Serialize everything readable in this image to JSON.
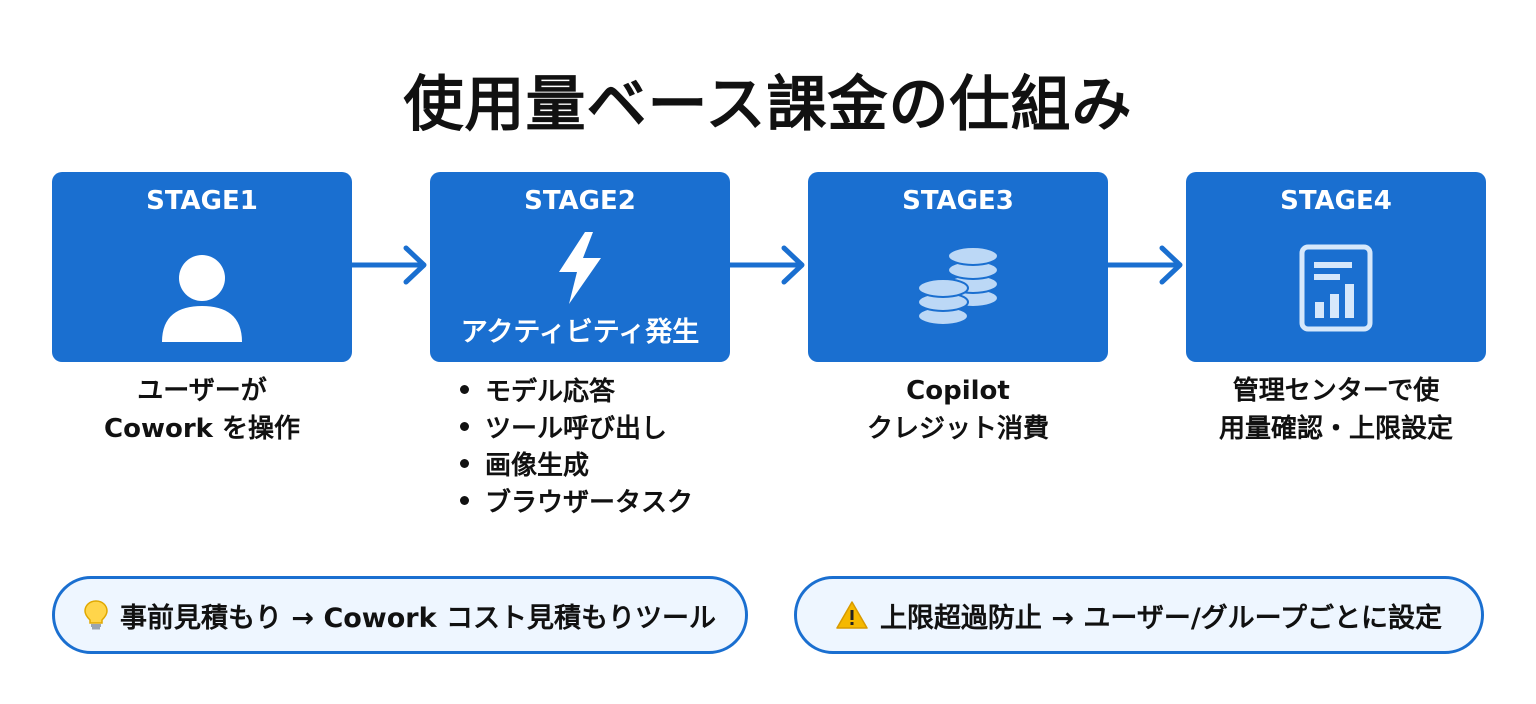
{
  "title": "使用量ベース課金の仕組み",
  "colors": {
    "accent": "#1a6fd0",
    "note_bg": "#eef6ff",
    "warning": "#f5b800"
  },
  "stages": [
    {
      "label": "STAGE1",
      "icon": "user-icon",
      "caption": [
        "ユーザーが",
        "Cowork を操作"
      ]
    },
    {
      "label": "STAGE2",
      "icon": "lightning-icon",
      "subtitle": "アクティビティ発生",
      "bullets": [
        "モデル応答",
        "ツール呼び出し",
        "画像生成",
        "ブラウザータスク"
      ]
    },
    {
      "label": "STAGE3",
      "icon": "coins-icon",
      "caption": [
        "Copilot",
        "クレジット消費"
      ]
    },
    {
      "label": "STAGE4",
      "icon": "report-chart-icon",
      "caption": [
        "管理センターで使",
        "用量確認・上限設定"
      ]
    }
  ],
  "notes": [
    {
      "icon": "lightbulb-icon",
      "text": "事前見積もり → Cowork コスト見積もりツール"
    },
    {
      "icon": "warning-icon",
      "text": "上限超過防止 → ユーザー/グループごとに設定"
    }
  ]
}
